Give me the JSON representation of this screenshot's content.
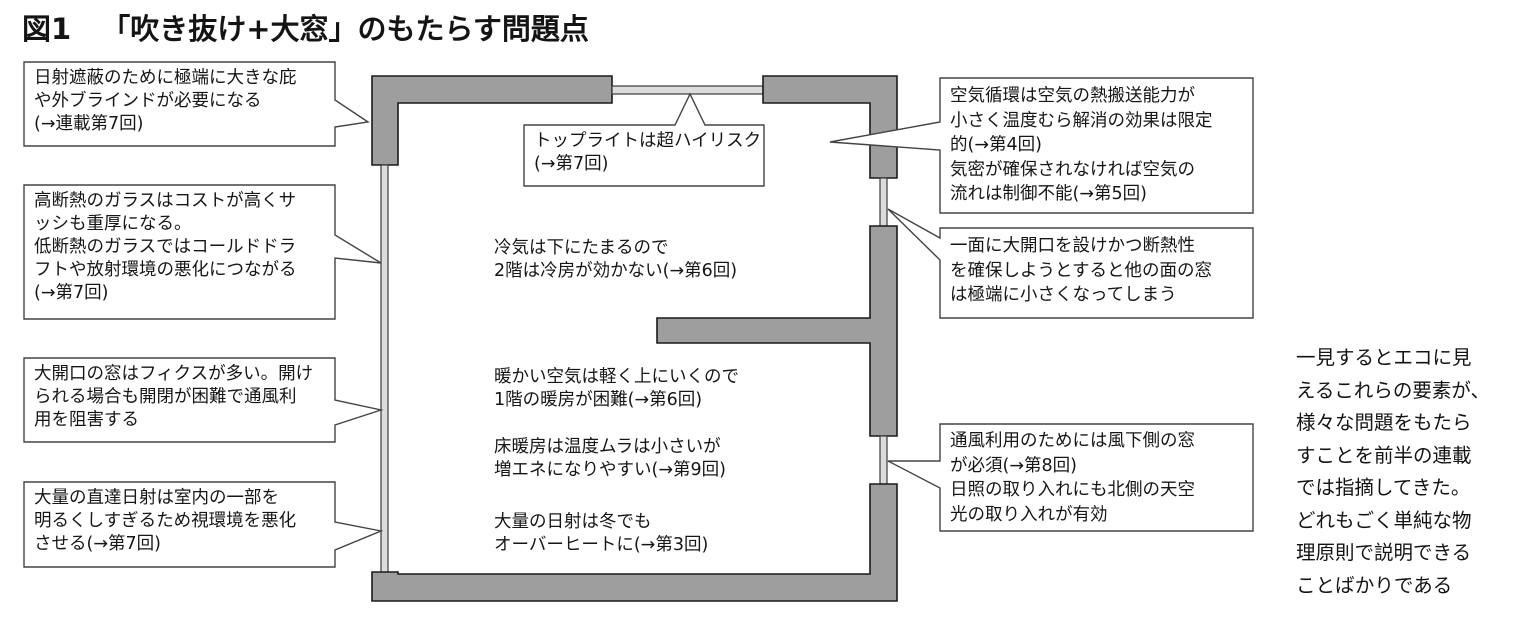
{
  "figure": {
    "number_label": "図1",
    "title": "「吹き抜け+大窓」のもたらす問題点"
  },
  "callouts": {
    "left_eaves": "日射遮蔽のために極端に大きな庇\nや外ブラインドが必要になる\n(→連載第7回)",
    "left_glass_insulation": "高断熱のガラスはコストが高くサ\nッシも重厚になる。\n低断熱のガラスではコールドドラ\nフトや放射環境の悪化につながる\n(→第7回)",
    "left_fixed_window": "大開口の窓はフィクスが多い。開け\nられる場合も開閉が困難で通風利\n用を阻害する",
    "left_direct_sun": "大量の直達日射は室内の一部を\n明るくしすぎるため視環境を悪化\nさせる(→第7回)",
    "top_skylight": "トップライトは超ハイリスク\n(→第7回)",
    "right_air_circulation": "空気循環は空気の熱搬送能力が\n小さく温度むら解消の効果は限定\n的(→第4回)\n気密が確保されなければ空気の\n流れは制御不能(→第5回)",
    "right_small_windows": "一面に大開口を設けかつ断熱性\nを確保しようとすると他の面の窓\nは極端に小さくなってしまう",
    "right_ventilation": "通風利用のためには風下側の窓\nが必須(→第8回)\n日照の取り入れにも北側の天空\n光の取り入れが有効"
  },
  "interior_notes": {
    "cold_air": "冷気は下にたまるので\n2階は冷房が効かない(→第6回)",
    "warm_air": "暖かい空気は軽く上にいくので\n1階の暖房が困難(→第6回)",
    "floor_heating": "床暖房は温度ムラは小さいが\n増エネになりやすい(→第9回)",
    "overheat": "大量の日射は冬でも\nオーバーヒートに(→第3回)"
  },
  "side_note": "一見するとエコに見\nえるこれらの要素が、\n様々な問題をもたら\nすことを前半の連載\nでは指摘してきた。\nどれもごく単純な物\n理原則で説明できる\nことばかりである",
  "colors": {
    "wall_fill": "#9e9e9e",
    "glass_fill": "#dcdcdc",
    "outline": "#1a1a1a"
  }
}
